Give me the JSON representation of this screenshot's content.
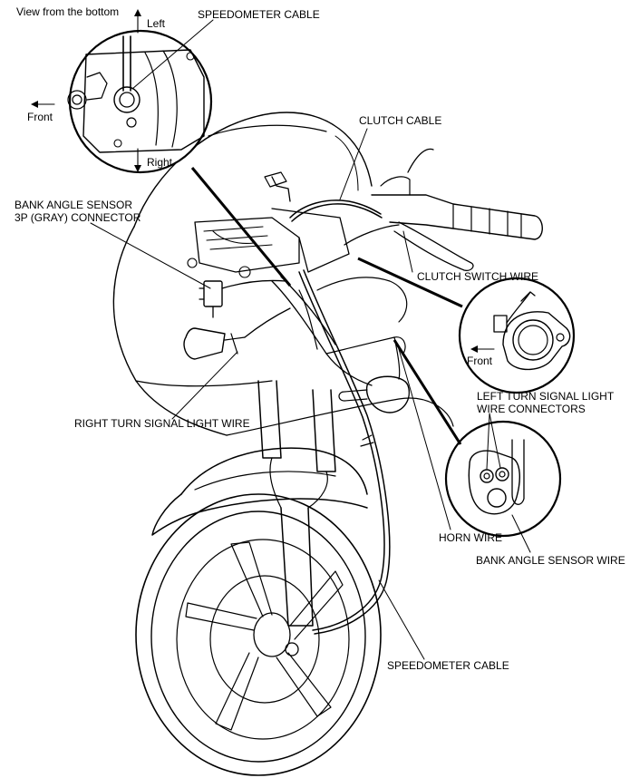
{
  "labels": {
    "view_from_bottom": "View from the bottom",
    "left": "Left",
    "right": "Right",
    "front_top": "Front",
    "speedometer_cable_top": "SPEEDOMETER CABLE",
    "clutch_cable": "CLUTCH CABLE",
    "bank_angle_sensor_line1": "BANK ANGLE SENSOR",
    "bank_angle_sensor_line2": "3P (GRAY) CONNECTOR",
    "clutch_switch_wire": "CLUTCH SWITCH WIRE",
    "front_right": "Front",
    "right_turn_signal_wire": "RIGHT TURN SIGNAL LIGHT WIRE",
    "left_turn_signal_line1": "LEFT TURN SIGNAL LIGHT",
    "left_turn_signal_line2": "WIRE CONNECTORS",
    "horn_wire": "HORN WIRE",
    "bank_angle_sensor_wire": "BANK ANGLE SENSOR WIRE",
    "speedometer_cable_bottom": "SPEEDOMETER CABLE"
  }
}
